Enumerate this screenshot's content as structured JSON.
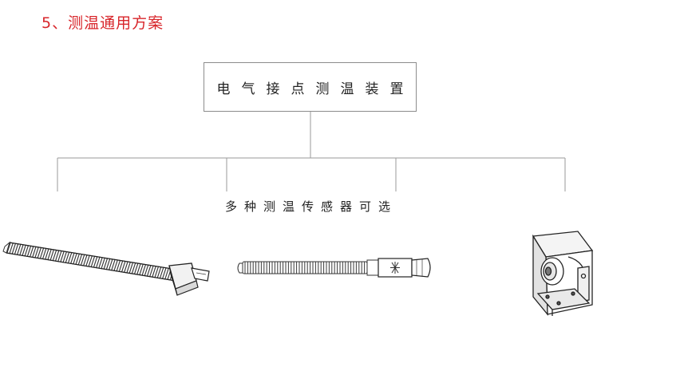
{
  "header": {
    "section_title": "5、测温通用方案"
  },
  "diagram": {
    "root_label": "电气接点测温装置",
    "subtitle": "多种测温传感器可选"
  },
  "colors": {
    "title": "#d8262b",
    "line": "#9a9a9a",
    "text": "#222222"
  },
  "icons": [
    "strap-sensor-icon",
    "probe-sensor-icon",
    "box-sensor-icon"
  ]
}
